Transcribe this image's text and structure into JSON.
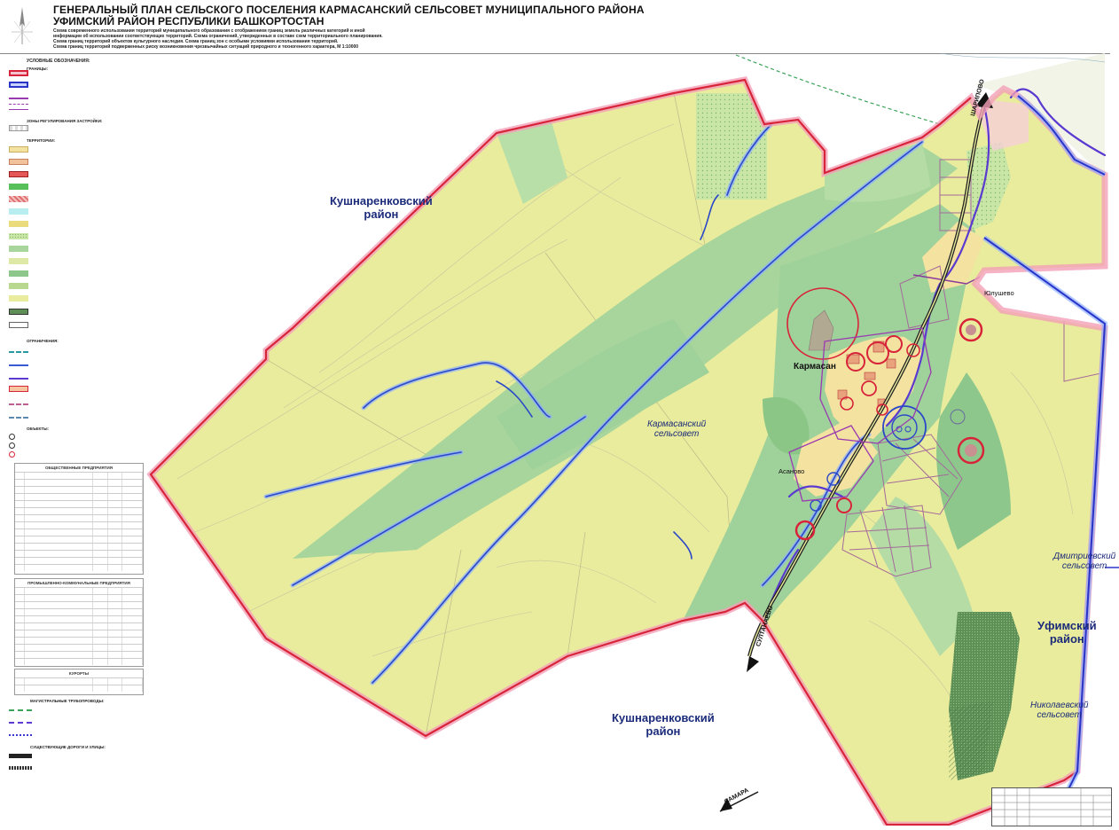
{
  "header": {
    "title_line1": "ГЕНЕРАЛЬНЫЙ ПЛАН СЕЛЬСКОГО ПОСЕЛЕНИЯ КАРМАСАНСКИЙ СЕЛЬСОВЕТ МУНИЦИПАЛЬНОГО РАЙОНА",
    "title_line2": "УФИМСКИЙ РАЙОН РЕСПУБЛИКИ БАШКОРТОСТАН",
    "subtitle": [
      "Схема современного использования территорий муниципального образования с отображением границ земель различных категорий и иной",
      "информации об использовании соответствующих территорий. Схема ограничений, утвержденных в составе схем территориального планирования.",
      "Схема границ территорий объектов культурного наследия. Схема границ зон с особыми условиями использования территорий.",
      "Схема границ территорий подверженных риску возникновения чрезвычайных ситуаций природного и техногенного характера, М 1:10000"
    ]
  },
  "legend": {
    "title": "УСЛОВНЫЕ ОБОЗНАЧЕНИЯ:",
    "sec_borders": "ГРАНИЦЫ:",
    "sec_zones": "ЗОНЫ РЕГУЛИРОВАНИЯ ЗАСТРОЙКИ:",
    "sec_territories": "ТЕРРИТОРИИ:",
    "sec_restrictions": "ОГРАНИЧЕНИЯ:",
    "sec_objects": "ОБЪЕКТЫ:",
    "public_table_title": "ОБЩЕСТВЕННЫЕ ПРЕДПРИЯТИЯ",
    "industrial_table_title": "ПРОМЫШЛЕННО-КОММУНАЛЬНЫЕ ПРЕДПРИЯТИЯ",
    "resorts_table_title": "КУРОРТЫ",
    "pipelines_title": "МАГИСТРАЛЬНЫЕ ТРУБОПРОВОДЫ:",
    "roads_title": "СУЩЕСТВУЮЩИЕ ДОРОГИ И УЛИЦЫ:"
  },
  "map": {
    "labels": {
      "kush_north_1": "Кушнаренковский",
      "kush_north_2": "район",
      "kush_south_1": "Кушнаренковский",
      "kush_south_2": "район",
      "karmasan_council_1": "Кармасанский",
      "karmasan_council_2": "сельсовет",
      "dmitr_1": "Дмитриевский",
      "dmitr_2": "сельсовет",
      "ufa_1": "Уфимский",
      "ufa_2": "район",
      "nikol_1": "Николаевский",
      "nikol_2": "сельсовет",
      "village_karmasan": "Кармасан",
      "village_asanovo": "Асаново",
      "village_yulushevo": "Юлушево",
      "road_sharipovo": "ШАРИПОВО",
      "road_sultanaevo": "СУЛТАНАЕВО",
      "road_samara": "САМАРА"
    },
    "colors": {
      "agri": "#e9ec9c",
      "settlement": "#f4e2a0",
      "green": "#a9d79a",
      "forest_dark": "#6aa064",
      "boundary_red": "#d8243a",
      "boundary_blue": "#2a34c9",
      "water": "#3a5ad6",
      "title_blue": "#1b2b7a"
    }
  }
}
